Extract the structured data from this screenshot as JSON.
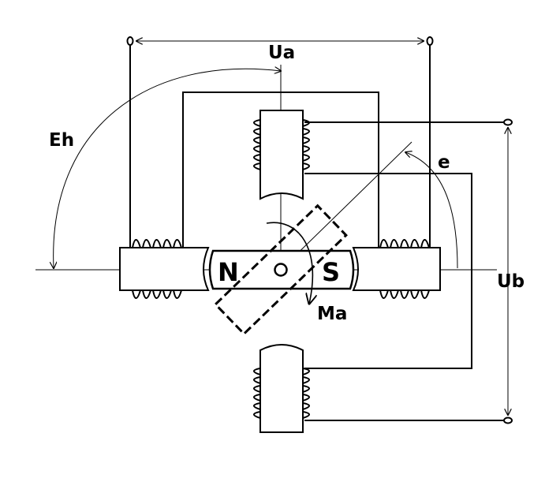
{
  "labels": {
    "ua": "Ua",
    "ub": "Ub",
    "eh": "Eh",
    "e": "e",
    "ma": "Ma",
    "north": "N",
    "south": "S"
  },
  "colors": {
    "stroke": "#000000",
    "background": "#ffffff"
  }
}
